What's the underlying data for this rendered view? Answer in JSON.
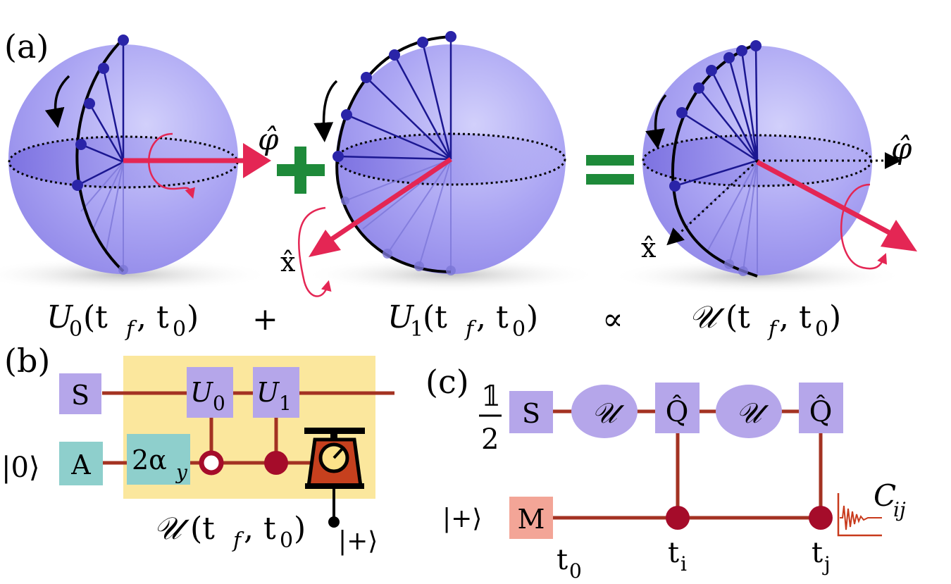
{
  "panel_a": {
    "label": "(a)",
    "phi_axis": "φ̂",
    "x_axis": "x̂",
    "op_left": "U",
    "op_left_sub": "0",
    "op_mid": "U",
    "op_mid_sub": "1",
    "op_right": "𝒰",
    "args": "(t",
    "args_sub": "f",
    "args_tail": ", t",
    "args_tail_sub": "0",
    "args_close": ")",
    "plus_sign": "+",
    "proportional_sign": "∝"
  },
  "panel_b": {
    "label": "(b)",
    "system_box": "S",
    "ancilla_box": "A",
    "ancilla_init": "|0⟩",
    "rotation_box_coef": "2α",
    "rotation_box_sub": "y",
    "gate0": "U",
    "gate0_sub": "0",
    "gate1": "U",
    "gate1_sub": "1",
    "block_label": "𝒰",
    "block_args": "(t",
    "block_args_sub": "f",
    "block_args_tail": ", t",
    "block_args_tail_sub": "0",
    "block_args_close": ")",
    "postselect": "|+⟩"
  },
  "panel_c": {
    "label": "(c)",
    "system_prefix_num": "𝟙",
    "system_prefix_den": "2",
    "system_box": "S",
    "evolution_1": "𝒰",
    "measure_1": "Q̂",
    "evolution_2": "𝒰",
    "measure_2": "Q̂",
    "meter_init": "|+⟩",
    "meter_box": "M",
    "time_0": "t",
    "time_0_sub": "0",
    "time_i": "t",
    "time_i_sub": "i",
    "time_j": "t",
    "time_j_sub": "j",
    "correlator": "C",
    "correlator_sub": "ij"
  },
  "colors": {
    "sphere": "#a9a3f2",
    "gate_box": "#b5a6ea",
    "ancilla_box": "#8ecfcc",
    "meter_box": "#f3a597",
    "wire": "#a33222",
    "control_dot": "#a50c2a",
    "highlight": "#fbe79d",
    "arrow_red": "#e42654",
    "plus_green": "#1e8a3a",
    "vector_blue": "#1b1791"
  }
}
